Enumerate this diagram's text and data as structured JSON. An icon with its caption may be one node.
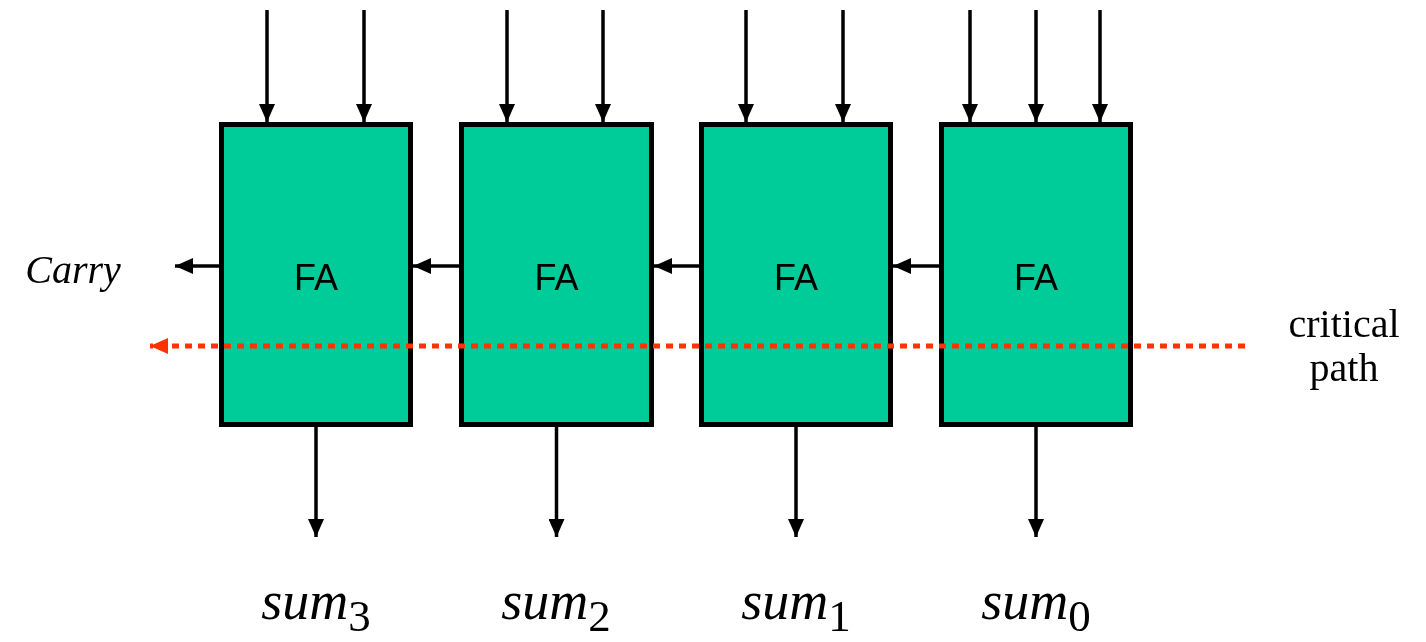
{
  "diagram": {
    "nodes": [
      {
        "text": [
          "FA"
        ]
      },
      {
        "text": [
          "FA"
        ]
      },
      {
        "text": [
          "FA"
        ]
      },
      {
        "text": [
          "FA"
        ]
      },
      {
        "text": [
          "Carry"
        ]
      },
      {
        "text": [
          "sum$_{3}$"
        ]
      },
      {
        "text": [
          "sum$_{2}$"
        ]
      },
      {
        "text": [
          "sum$_{1}$"
        ]
      },
      {
        "text": [
          "sum$_{0}$"
        ]
      },
      {
        "text": [
          "critical path"
        ]
      }
    ],
    "edges": [
      {
        "from": null,
        "to": 0,
        "arrow": "to"
      },
      {
        "from": null,
        "to": 0,
        "arrow": "to"
      },
      {
        "from": null,
        "to": 1,
        "arrow": "to"
      },
      {
        "from": null,
        "to": 1,
        "arrow": "to"
      },
      {
        "from": null,
        "to": 2,
        "arrow": "to"
      },
      {
        "from": null,
        "to": 2,
        "arrow": "to"
      },
      {
        "from": null,
        "to": 3,
        "arrow": "to"
      },
      {
        "from": null,
        "to": 3,
        "arrow": "to"
      },
      {
        "from": null,
        "to": 3,
        "arrow": "to"
      },
      {
        "from": 3,
        "to": 2,
        "arrow": "to"
      },
      {
        "from": 2,
        "to": 1,
        "arrow": "to"
      },
      {
        "from": 1,
        "to": 0,
        "arrow": "to"
      },
      {
        "from": 0,
        "to": 4,
        "arrow": "to"
      },
      {
        "from": 0,
        "to": 5,
        "arrow": "to"
      },
      {
        "from": 1,
        "to": 6,
        "arrow": "to"
      },
      {
        "from": 2,
        "to": 7,
        "arrow": "to"
      },
      {
        "from": 3,
        "to": 8,
        "arrow": "to"
      },
      {
        "from": 9,
        "to": null,
        "arrow": "to",
        "style": "dashed",
        "color": "#ff3300"
      }
    ]
  }
}
